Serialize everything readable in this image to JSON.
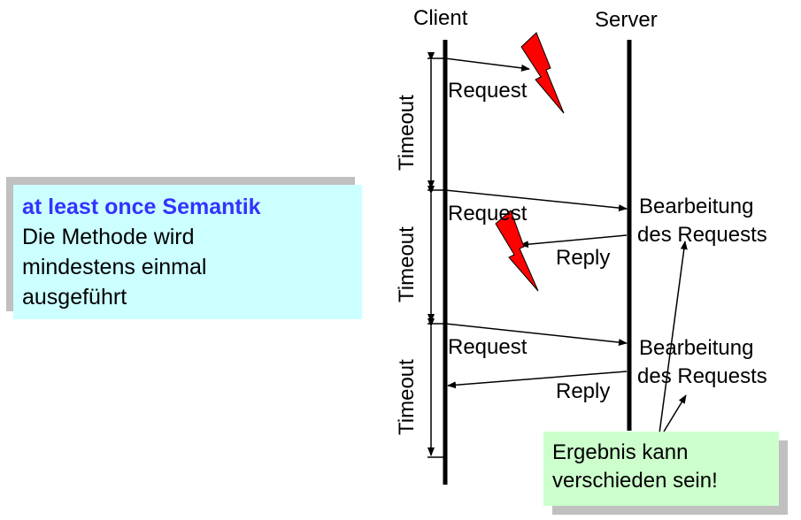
{
  "participants": {
    "client": "Client",
    "server": "Server"
  },
  "messages": {
    "request_1": "Request",
    "request_2": "Request",
    "reply_1": "Reply",
    "request_3": "Request",
    "reply_2": "Reply"
  },
  "processing": {
    "line1": "Bearbeitung",
    "line2": "des Requests"
  },
  "timeouts": [
    "Timeout",
    "Timeout",
    "Timeout"
  ],
  "semantic_box": {
    "title": "at least once Semantik",
    "line1": "Die Methode wird",
    "line2": "mindestens einmal",
    "line3": "ausgeführt"
  },
  "note_box": {
    "line1": "Ergebnis kann",
    "line2": "verschieden sein!"
  },
  "colors": {
    "semantic_bg": "#ccffff",
    "semantic_title": "#3333ff",
    "note_bg": "#ccffcc",
    "lightning": "#ff0000"
  },
  "icons": [
    "lightning-bolt-icon",
    "lightning-bolt-icon"
  ]
}
